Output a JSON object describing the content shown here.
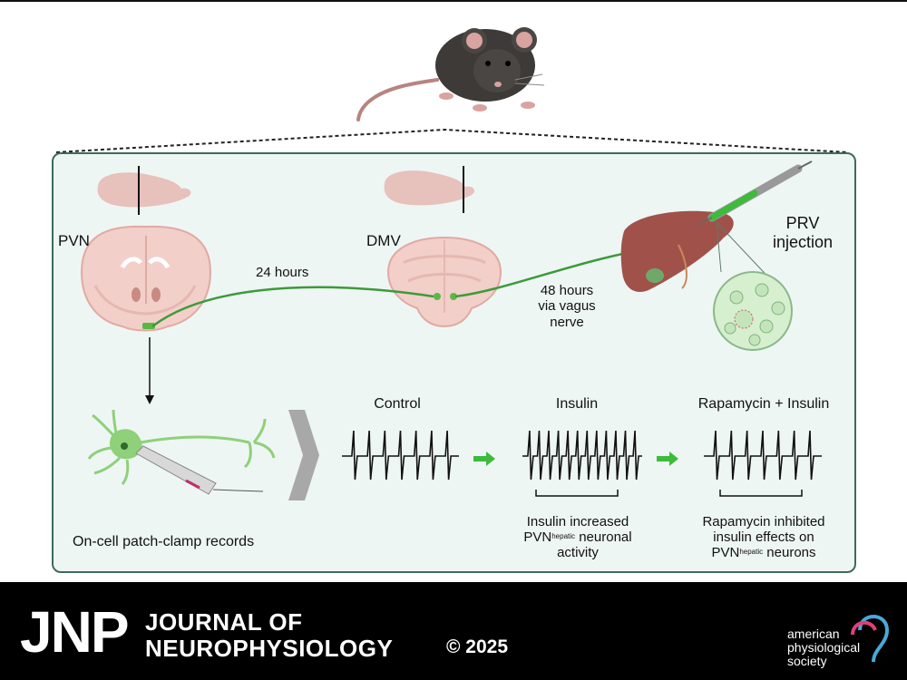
{
  "labels": {
    "pvn": "PVN",
    "dmv": "DMV",
    "prv_line1": "PRV",
    "prv_line2": "injection",
    "hours24": "24 hours",
    "hours48_line1": "48 hours",
    "hours48_line2": "via vagus",
    "hours48_line3": "nerve",
    "patch": "On-cell patch-clamp records",
    "control": "Control",
    "insulin": "Insulin",
    "rapa": "Rapamycin + Insulin",
    "result1_a": "Insulin increased",
    "result1_b_pre": "PVN",
    "result1_b_sup": "hepatic",
    "result1_b_post": " neuronal",
    "result1_c": "activity",
    "result2_a": "Rapamycin inhibited",
    "result2_b": "insulin effects on",
    "result2_c_pre": "PVN",
    "result2_c_sup": "hepatic",
    "result2_c_post": " neurons"
  },
  "footer": {
    "logo": "JNP",
    "title_line1": "JOURNAL OF",
    "title_line2": "NEUROPHYSIOLOGY",
    "copyright": "© 2025",
    "society_line1": "american",
    "society_line2": "physiological",
    "society_line3": "society"
  },
  "colors": {
    "panel_bg": "#eef6f4",
    "panel_border": "#3f6b5a",
    "tissue": "#f2cfc9",
    "tissue_dark": "#e3b1a9",
    "pathway": "#3d9a3a",
    "neuron": "#8fd07a",
    "liver": "#a0524a",
    "arrow_green": "#3dbb3a"
  },
  "traces": [
    {
      "name": "Control",
      "spikes": 7
    },
    {
      "name": "Insulin",
      "spikes": 12
    },
    {
      "name": "Rapamycin + Insulin",
      "spikes": 7
    }
  ]
}
